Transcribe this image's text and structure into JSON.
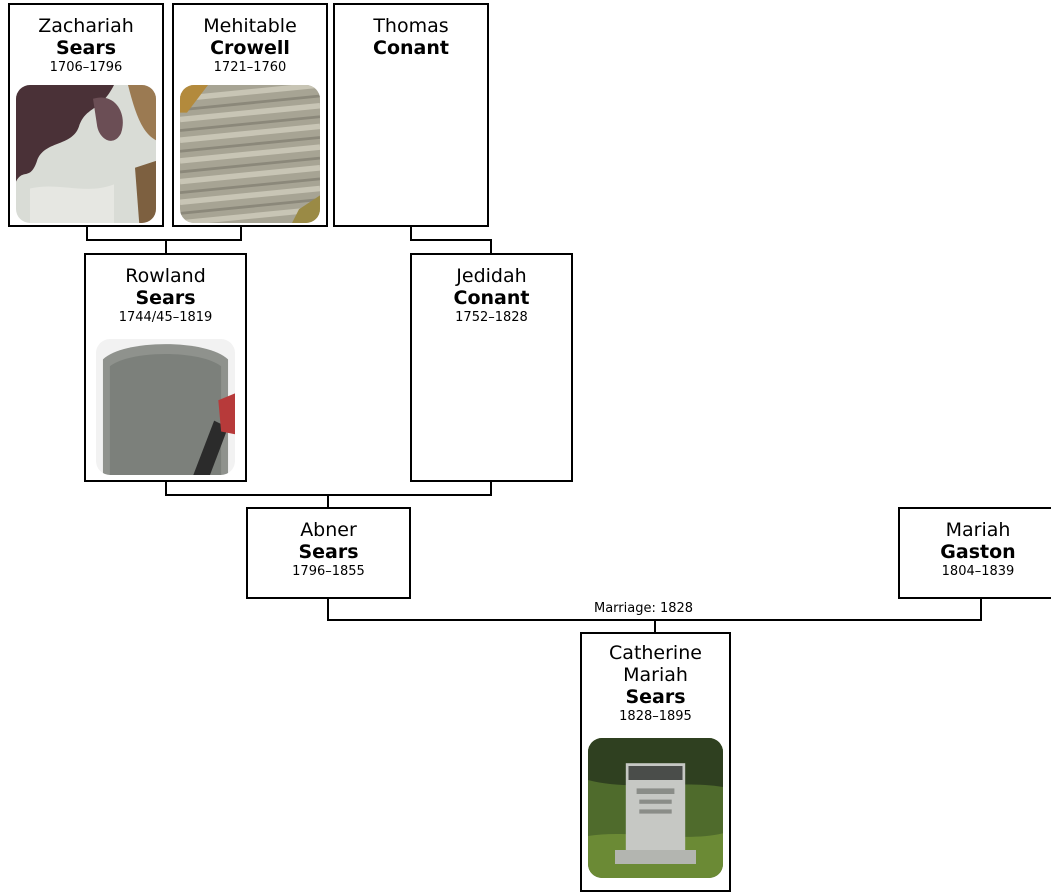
{
  "people": {
    "zachariah": {
      "given": "Zachariah",
      "surname": "Sears",
      "dates": "1706–1796",
      "photo": "gravestone-photo"
    },
    "mehitable": {
      "given": "Mehitable",
      "surname": "Crowell",
      "dates": "1721–1760",
      "photo": "gravestone-photo"
    },
    "thomas": {
      "given": "Thomas",
      "surname": "Conant"
    },
    "rowland": {
      "given": "Rowland",
      "surname": "Sears",
      "dates": "1744/45–1819",
      "photo": "gravestone-photo"
    },
    "jedidah": {
      "given": "Jedidah",
      "surname": "Conant",
      "dates": "1752–1828"
    },
    "abner": {
      "given": "Abner",
      "surname": "Sears",
      "dates": "1796–1855"
    },
    "mariah": {
      "given": "Mariah",
      "surname": "Gaston",
      "dates": "1804–1839"
    },
    "catherine": {
      "given_line1": "Catherine",
      "given_line2": "Mariah",
      "surname": "Sears",
      "dates": "1828–1895",
      "photo": "gravestone-photo"
    }
  },
  "marriages": {
    "abner_mariah": "Marriage: 1828"
  }
}
